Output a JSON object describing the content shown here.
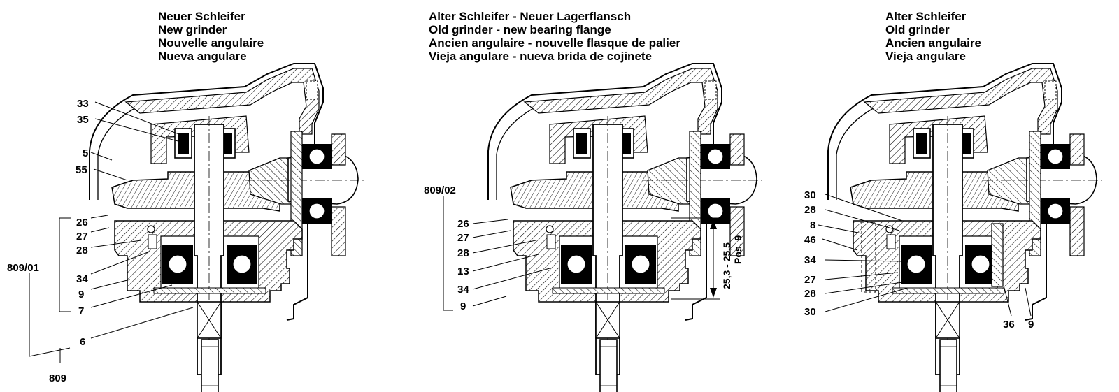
{
  "panels": [
    {
      "id": "new",
      "titles": [
        "Neuer Schleifer",
        "New grinder",
        "Nouvelle angulaire",
        "Nueva angulare"
      ],
      "labels": [
        "33",
        "35",
        "5",
        "55",
        "26",
        "27",
        "28",
        "34",
        "9",
        "7",
        "6",
        "809/01",
        "809"
      ]
    },
    {
      "id": "old-new-flange",
      "titles": [
        "Alter Schleifer - Neuer Lagerflansch",
        "Old grinder - new bearing flange",
        "Ancien angulaire - nouvelle flasque de palier",
        "Vieja angulare - nueva brida de cojinete"
      ],
      "labels": [
        "809/02",
        "26",
        "27",
        "28",
        "13",
        "34",
        "9"
      ],
      "dimension": "25,3 - 25,5",
      "position_ref": "Pos. 9"
    },
    {
      "id": "old",
      "titles": [
        "Alter Schleifer",
        "Old grinder",
        "Ancien angulaire",
        "Vieja angulare"
      ],
      "labels": [
        "30",
        "28",
        "8",
        "46",
        "34",
        "27",
        "28",
        "30",
        "36",
        "9"
      ]
    }
  ]
}
